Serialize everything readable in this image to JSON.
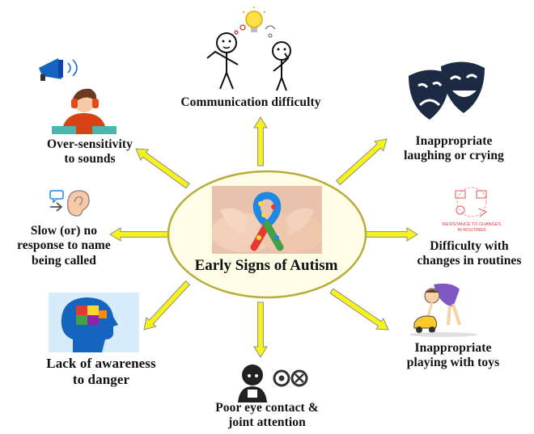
{
  "center": {
    "title": "Early Signs of Autism",
    "image": "hands-holding-puzzle-ribbon"
  },
  "signs": [
    {
      "key": "communication",
      "lines": [
        "Communication  difficulty"
      ],
      "icon": "two-stick-figures-talking-icon"
    },
    {
      "key": "laughing",
      "lines": [
        "Inappropriate",
        "laughing  or crying"
      ],
      "icon": "comedy-tragedy-masks-icon"
    },
    {
      "key": "routines",
      "lines": [
        "Difficulty with",
        "changes in routines"
      ],
      "icon": "resistance-to-change-icon",
      "icon_caption": [
        "RESISTANCE TO CHANGES",
        "IN ROUTINES"
      ]
    },
    {
      "key": "toys",
      "lines": [
        "Inappropriate",
        "playing with toys"
      ],
      "icon": "child-playing-toy-car-icon"
    },
    {
      "key": "eye-contact",
      "lines": [
        "Poor eye contact &",
        "joint attention"
      ],
      "icon": "child-avoiding-eye-contact-icon"
    },
    {
      "key": "danger",
      "lines": [
        "Lack of awareness",
        "to danger"
      ],
      "icon": "head-with-puzzle-brain-icon"
    },
    {
      "key": "name",
      "lines": [
        "Slow (or) no",
        "response to name",
        "being called"
      ],
      "icon": "ear-with-speech-bubble-icon"
    },
    {
      "key": "sounds",
      "lines": [
        "Over-sensitivity",
        "to sounds"
      ],
      "icon": "child-covering-ears-megaphone-icon"
    }
  ],
  "colors": {
    "arrow_fill": "#f7f21a",
    "arrow_stroke": "#8c8c8c",
    "ellipse_fill": "#fffde6",
    "ellipse_stroke": "#b8ad3c",
    "ribbon": [
      "#e53935",
      "#1e88e5",
      "#fdd835",
      "#43a047"
    ]
  }
}
